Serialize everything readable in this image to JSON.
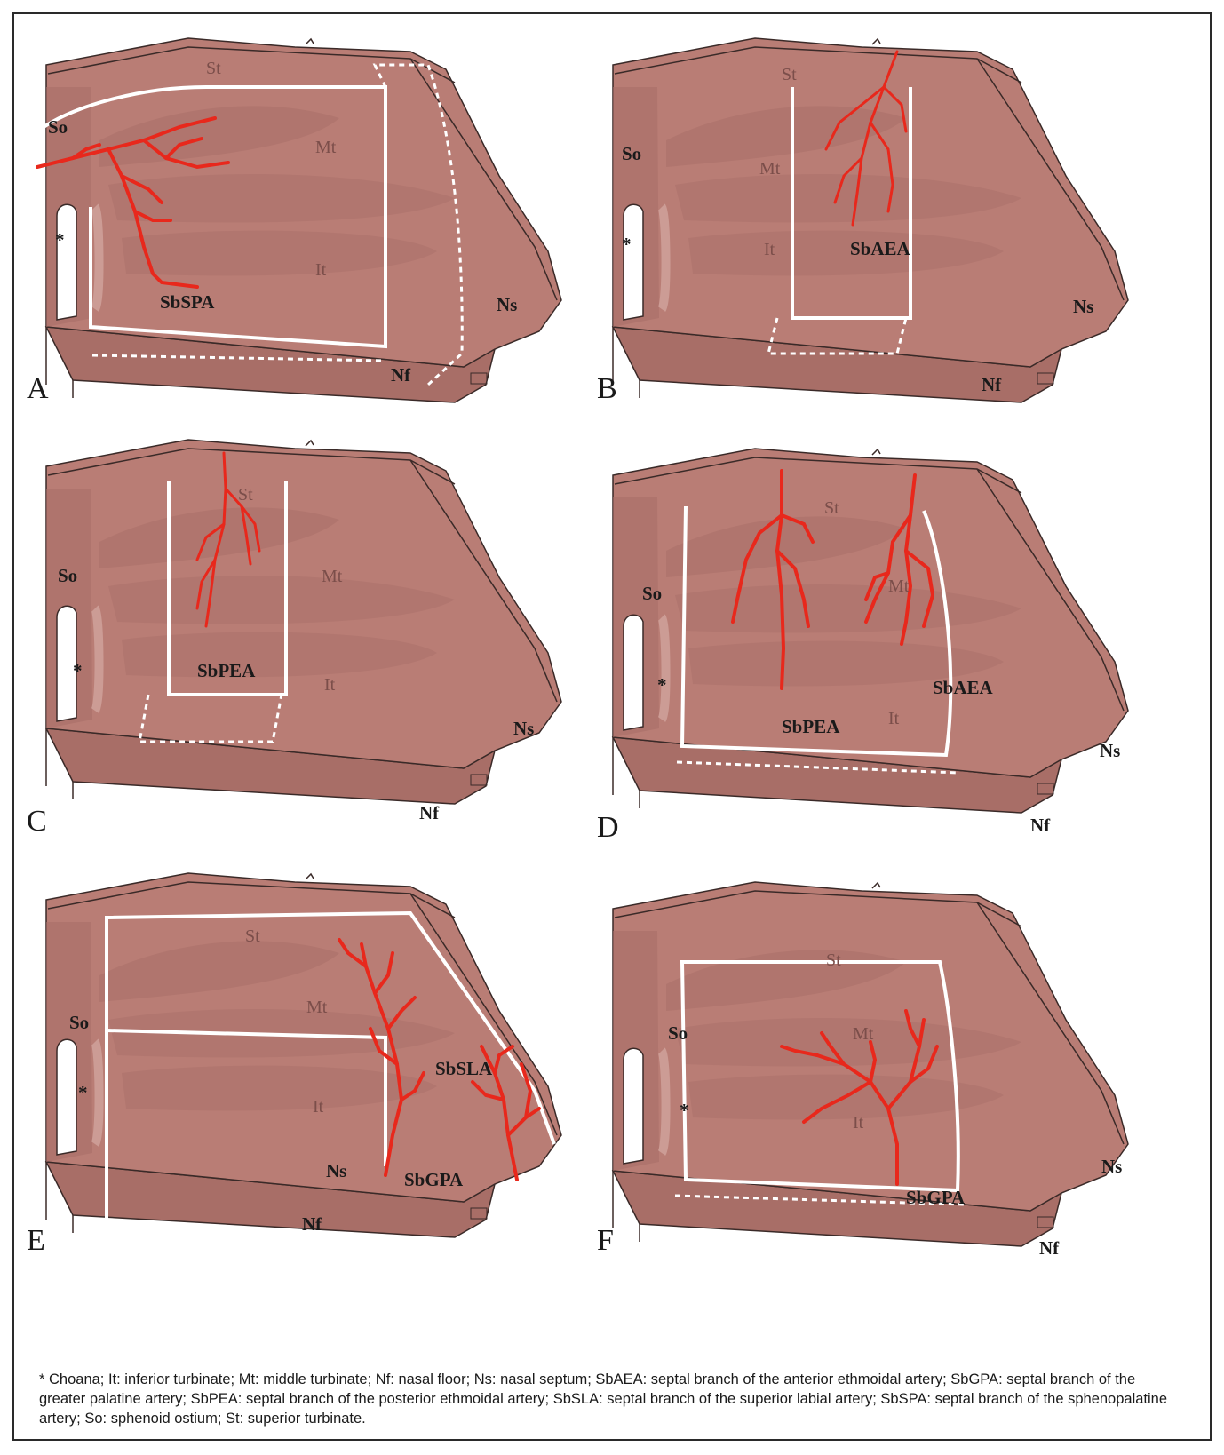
{
  "colors": {
    "tissue": "#b97d75",
    "tissue_dark": "#9c6660",
    "outline": "#3a2a28",
    "artery": "#e8281c",
    "flap_line": "#ffffff"
  },
  "labels": {
    "st": "St",
    "mt": "Mt",
    "it": "It",
    "ns": "Ns",
    "nf": "Nf",
    "so": "So",
    "choana": "*"
  },
  "panels": [
    {
      "letter": "A",
      "arteries": [
        "SbSPA"
      ]
    },
    {
      "letter": "B",
      "arteries": [
        "SbAEA"
      ]
    },
    {
      "letter": "C",
      "arteries": [
        "SbPEA"
      ]
    },
    {
      "letter": "D",
      "arteries": [
        "SbPEA",
        "SbAEA"
      ]
    },
    {
      "letter": "E",
      "arteries": [
        "SbSLA",
        "SbGPA"
      ]
    },
    {
      "letter": "F",
      "arteries": [
        "SbGPA"
      ]
    }
  ],
  "caption": "* Choana; It: inferior turbinate; Mt: middle turbinate; Nf: nasal floor; Ns: nasal septum; SbAEA: septal branch of the anterior ethmoidal artery; SbGPA: septal branch of the greater palatine artery; SbPEA: septal branch of the posterior ethmoidal artery; SbSLA: septal branch of the superior labial artery; SbSPA: septal branch of the sphenopalatine artery; So: sphenoid ostium; St: superior turbinate."
}
